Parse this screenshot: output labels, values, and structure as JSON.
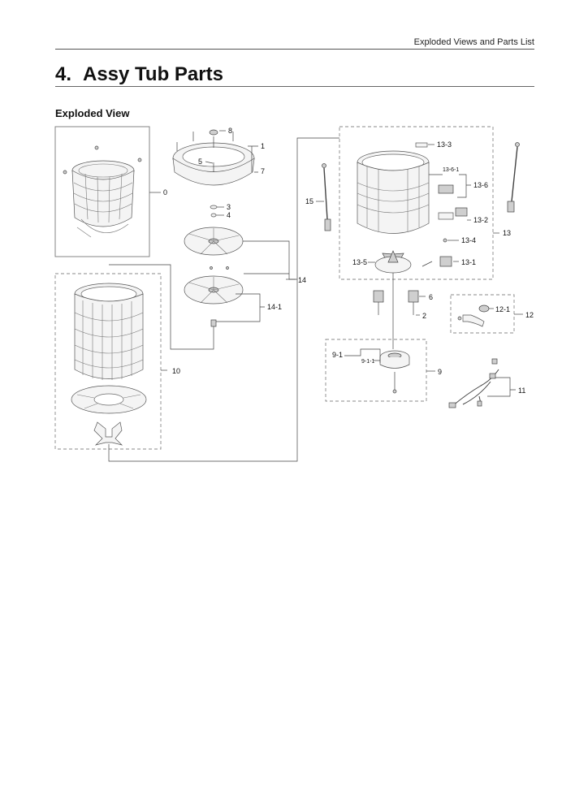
{
  "header": {
    "section": "Exploded Views and Parts List"
  },
  "title": {
    "number": "4.",
    "text": "Assy Tub Parts"
  },
  "subtitle": "Exploded View",
  "callouts": {
    "c0": "0",
    "c1": "1",
    "c2": "2",
    "c3": "3",
    "c4": "4",
    "c5": "5",
    "c6": "6",
    "c7": "7",
    "c8": "8",
    "c9": "9",
    "c9_1": "9-1",
    "c9_1_1": "9-1-1",
    "c10": "10",
    "c11": "11",
    "c12": "12",
    "c12_1": "12-1",
    "c13": "13",
    "c13_1": "13-1",
    "c13_2": "13-2",
    "c13_3": "13-3",
    "c13_4": "13-4",
    "c13_5": "13-5",
    "c13_6": "13-6",
    "c13_6_1": "13-6-1",
    "c14": "14",
    "c14_1": "14-1",
    "c15": "15"
  },
  "icons": {
    "tub_cover": "tub-cover-drawing",
    "inner_basket": "inner-basket-drawing",
    "pulsator": "pulsator-drawing",
    "outer_tub": "outer-tub-drawing",
    "motor": "motor-drawing",
    "harness": "wire-harness-drawing"
  }
}
